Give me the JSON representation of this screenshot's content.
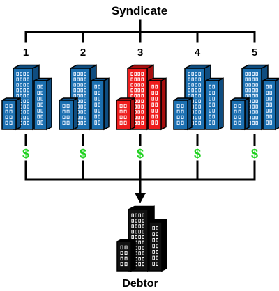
{
  "title": "Syndicate",
  "lenders": [
    {
      "number": "1",
      "highlighted": false
    },
    {
      "number": "2",
      "highlighted": false
    },
    {
      "number": "3",
      "highlighted": true
    },
    {
      "number": "4",
      "highlighted": false
    },
    {
      "number": "5",
      "highlighted": false
    }
  ],
  "flow_symbol": "$",
  "debtor_label": "Debtor",
  "colors": {
    "lender_building": "#1b6fb0",
    "lender_building_dark": "#0f4d80",
    "highlight_building": "#ee1d1d",
    "highlight_building_dark": "#a80f0f",
    "debtor_building": "#111111",
    "money": "#1fd11f",
    "lines": "#000000"
  }
}
